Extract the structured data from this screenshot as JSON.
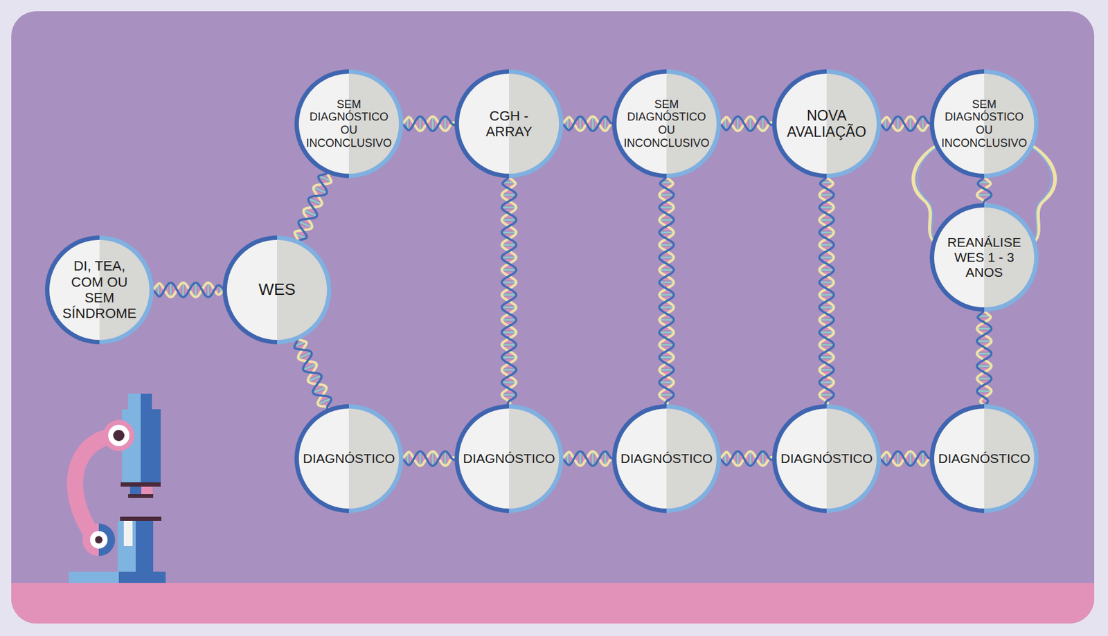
{
  "diagram": {
    "nodes": [
      {
        "text": [
          "DI, TEA, COM OU SEM SÍNDROME"
        ]
      },
      {
        "text": [
          "WES"
        ]
      },
      {
        "text": [
          "SEM DIAGNÓSTICO OU INCONCLUSIVO"
        ]
      },
      {
        "text": [
          "DIAGNÓSTICO"
        ]
      },
      {
        "text": [
          "CGH - ARRAY"
        ]
      },
      {
        "text": [
          "DIAGNÓSTICO"
        ]
      },
      {
        "text": [
          "SEM DIAGNÓSTICO OU INCONCLUSIVO"
        ]
      },
      {
        "text": [
          "DIAGNÓSTICO"
        ]
      },
      {
        "text": [
          "NOVA AVALIAÇÃO"
        ]
      },
      {
        "text": [
          "DIAGNÓSTICO"
        ]
      },
      {
        "text": [
          "SEM DIAGNÓSTICO OU INCONCLUSIVO"
        ]
      },
      {
        "text": [
          "REANÁLISE WES 1 - 3 ANOS"
        ]
      },
      {
        "text": [
          "DIAGNÓSTICO"
        ]
      }
    ],
    "edges": [
      {
        "from": 0,
        "to": 1,
        "arrow": "none"
      },
      {
        "from": 1,
        "to": 2,
        "arrow": "none"
      },
      {
        "from": 1,
        "to": 3,
        "arrow": "none"
      },
      {
        "from": 2,
        "to": 4,
        "arrow": "none"
      },
      {
        "from": 4,
        "to": 5,
        "arrow": "none"
      },
      {
        "from": 4,
        "to": 6,
        "arrow": "none"
      },
      {
        "from": 6,
        "to": 7,
        "arrow": "none"
      },
      {
        "from": 6,
        "to": 8,
        "arrow": "none"
      },
      {
        "from": 8,
        "to": 9,
        "arrow": "none"
      },
      {
        "from": 8,
        "to": 10,
        "arrow": "none"
      },
      {
        "from": 10,
        "to": 11,
        "arrow": "none"
      },
      {
        "from": 11,
        "to": 12,
        "arrow": "none"
      },
      {
        "from": 3,
        "to": 5,
        "arrow": "none"
      },
      {
        "from": 5,
        "to": 7,
        "arrow": "none"
      },
      {
        "from": 7,
        "to": 9,
        "arrow": "none"
      },
      {
        "from": 9,
        "to": 12,
        "arrow": "none"
      }
    ]
  }
}
